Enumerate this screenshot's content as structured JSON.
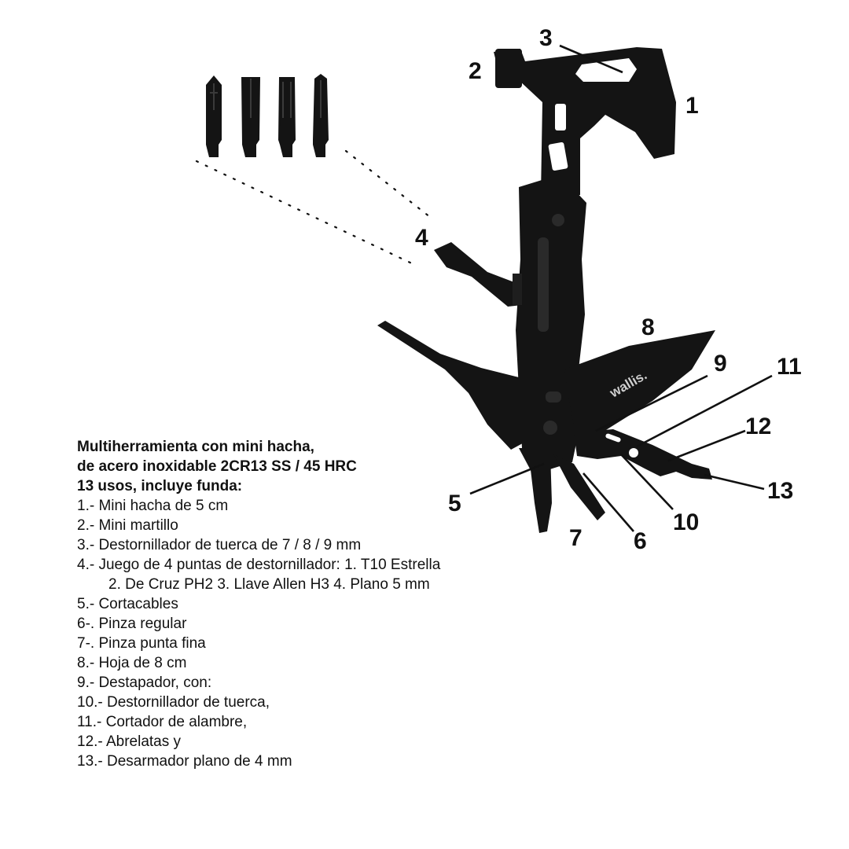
{
  "brand": "wallis.",
  "callouts": [
    "1",
    "2",
    "3",
    "4",
    "5",
    "6",
    "7",
    "8",
    "9",
    "10",
    "11",
    "12",
    "13"
  ],
  "heading": [
    "Multiherramienta con mini hacha,",
    "de acero inoxidable 2CR13 SS / 45 HRC",
    "13 usos, incluye funda:"
  ],
  "items": [
    "1.- Mini hacha de 5 cm",
    "2.- Mini martillo",
    "3.- Destornillador de tuerca de 7 / 8 / 9 mm",
    "4.- Juego de 4 puntas de destornillador: 1. T10 Estrella",
    "2. De Cruz PH2 3. Llave Allen H3 4. Plano 5 mm",
    "5.- Cortacables",
    "6-. Pinza regular",
    "7-. Pinza punta fina",
    "8.- Hoja de 8 cm",
    "9.- Destapador, con:",
    "10.- Destornillador de tuerca,",
    "11.- Cortador de alambre,",
    "12.- Abrelatas y",
    "13.- Desarmador plano de 4 mm"
  ],
  "colors": {
    "tool": "#141414",
    "tool_highlight": "#2a2a2a",
    "leader": "#111111",
    "background": "#ffffff"
  }
}
